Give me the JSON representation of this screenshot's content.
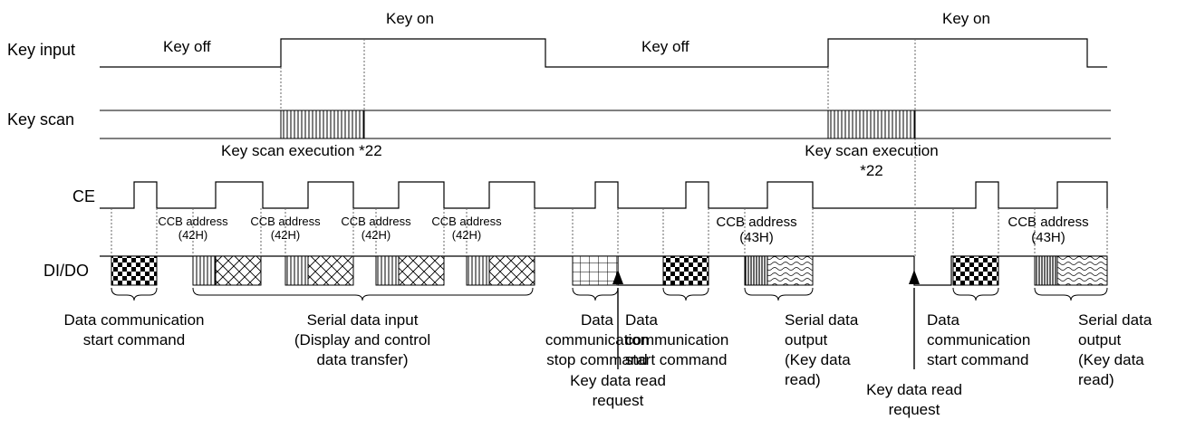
{
  "signals": {
    "key_input": "Key input",
    "key_scan": "Key scan",
    "ce": "CE",
    "di_do": "DI/DO"
  },
  "states": {
    "key_on_1": "Key on",
    "key_on_2": "Key on",
    "key_off_1": "Key off",
    "key_off_2": "Key off"
  },
  "scan_labels": {
    "first": "Key scan execution *22",
    "second_line1": "Key scan execution",
    "second_line2": "*22"
  },
  "ccb_addresses": [
    {
      "line1": "CCB address",
      "line2": "(42H)"
    },
    {
      "line1": "CCB address",
      "line2": "(42H)"
    },
    {
      "line1": "CCB address",
      "line2": "(42H)"
    },
    {
      "line1": "CCB address",
      "line2": "(42H)"
    },
    {
      "line1": "CCB address",
      "line2": "(43H)"
    },
    {
      "line1": "CCB address",
      "line2": "(43H)"
    }
  ],
  "notes": {
    "start_cmd_1": {
      "line1": "Data communication",
      "line2": "start command"
    },
    "serial_input": {
      "line1": "Serial data input",
      "line2": "(Display and control",
      "line3": "data transfer)"
    },
    "stop_cmd": {
      "line1": "Data",
      "line2": "communication",
      "line3": "stop command"
    },
    "start_cmd_2": {
      "line1": "Data",
      "line2": "communication",
      "line3": "start command"
    },
    "serial_output_1": {
      "line1": "Serial data",
      "line2": "output",
      "line3": "(Key data",
      "line4": "read)"
    },
    "read_req_1": {
      "line1": "Key data read",
      "line2": "request"
    },
    "read_req_2": {
      "line1": "Key data read",
      "line2": "request"
    },
    "start_cmd_3": {
      "line1": "Data",
      "line2": "communication",
      "line3": "start command"
    },
    "serial_output_2": {
      "line1": "Serial data",
      "line2": "output",
      "line3": "(Key data",
      "line4": "read)"
    }
  },
  "colors": {
    "line": "#000000",
    "dotted": "#666666",
    "background": "#ffffff"
  }
}
